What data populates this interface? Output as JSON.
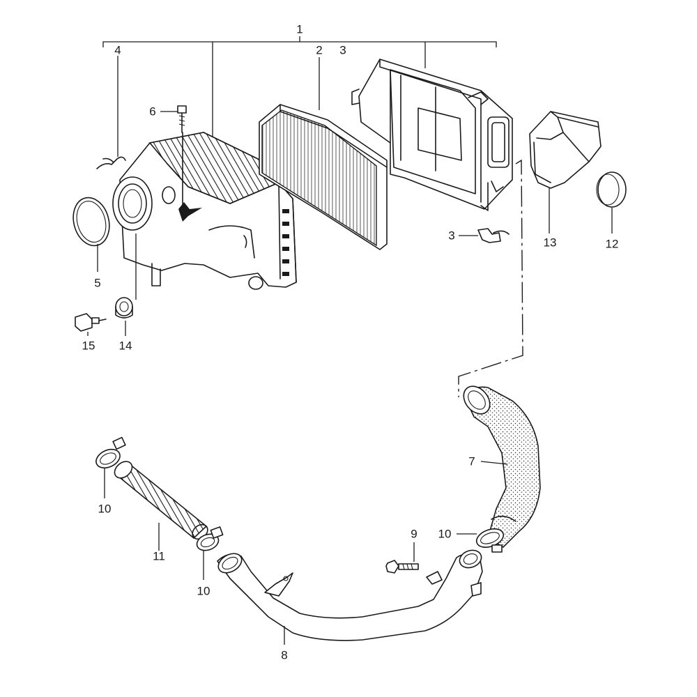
{
  "callouts": {
    "n1": "1",
    "n2": "2",
    "n3a": "3",
    "n3b": "3",
    "n4": "4",
    "n5": "5",
    "n6": "6",
    "n7": "7",
    "n8": "8",
    "n9": "9",
    "n10a": "10",
    "n10b": "10",
    "n10c": "10",
    "n11": "11",
    "n12": "12",
    "n13": "13",
    "n14": "14",
    "n15": "15"
  }
}
